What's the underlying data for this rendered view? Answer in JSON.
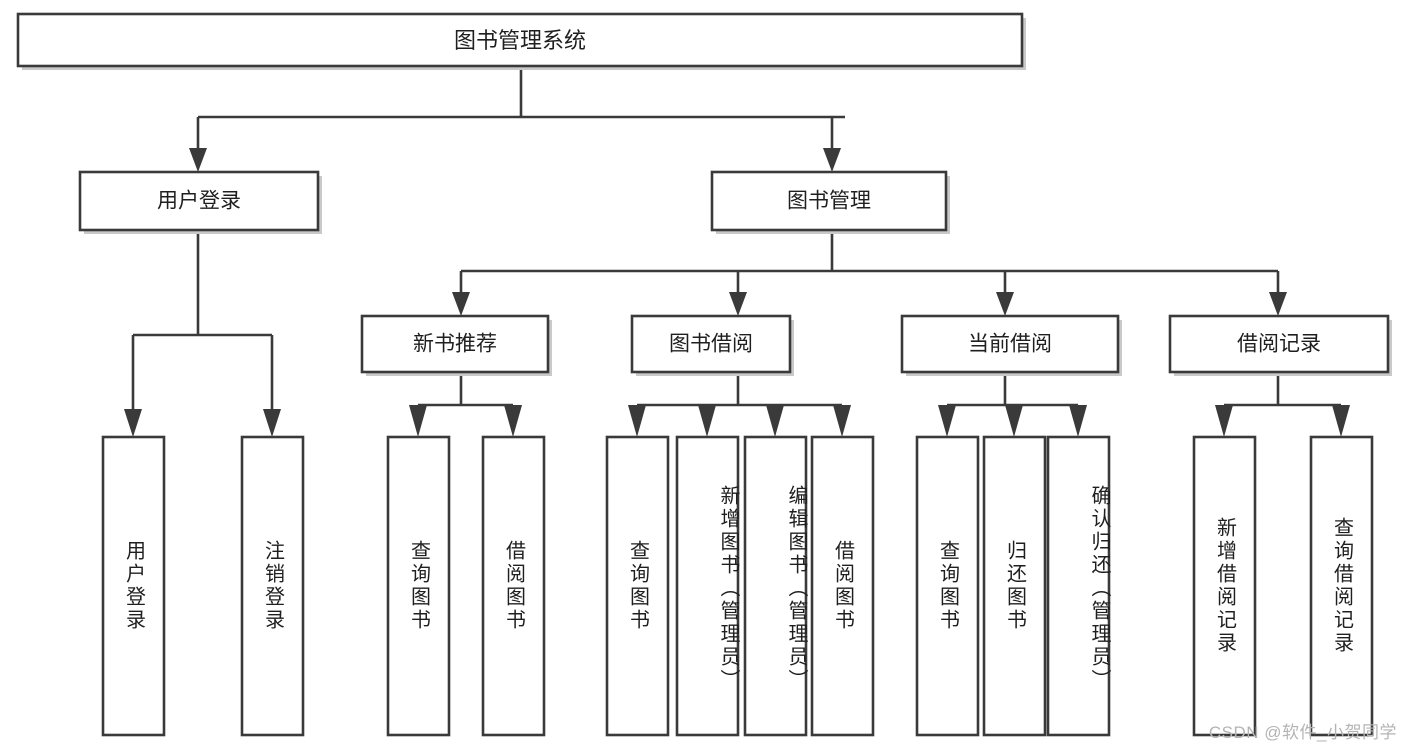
{
  "diagram": {
    "type": "tree",
    "title": "图书管理系统",
    "watermark": "CSDN @软件_小贺同学",
    "root": {
      "id": "root",
      "label": "图书管理系统",
      "orientation": "horizontal"
    },
    "level2": [
      {
        "id": "user-login",
        "label": "用户登录",
        "orientation": "horizontal"
      },
      {
        "id": "book-manage",
        "label": "图书管理",
        "orientation": "horizontal"
      }
    ],
    "level3": [
      {
        "id": "new-book-rec",
        "label": "新书推荐",
        "orientation": "horizontal",
        "parent": "book-manage"
      },
      {
        "id": "book-borrow",
        "label": "图书借阅",
        "orientation": "horizontal",
        "parent": "book-manage"
      },
      {
        "id": "current-borrow",
        "label": "当前借阅",
        "orientation": "horizontal",
        "parent": "book-manage"
      },
      {
        "id": "borrow-record",
        "label": "借阅记录",
        "orientation": "horizontal",
        "parent": "book-manage"
      }
    ],
    "leaves": [
      {
        "id": "leaf-user-login",
        "label": "用户登录",
        "orientation": "vertical",
        "parent": "user-login"
      },
      {
        "id": "leaf-user-logout",
        "label": "注销登录",
        "orientation": "vertical",
        "parent": "user-login"
      },
      {
        "id": "leaf-query-book-rec",
        "label": "查询图书",
        "orientation": "vertical",
        "parent": "new-book-rec"
      },
      {
        "id": "leaf-borrow-book-rec",
        "label": "借阅图书",
        "orientation": "vertical",
        "parent": "new-book-rec"
      },
      {
        "id": "leaf-query-book-borrow",
        "label": "查询图书",
        "orientation": "vertical",
        "parent": "book-borrow"
      },
      {
        "id": "leaf-add-book",
        "label": "新增图书（管理员）",
        "orientation": "vertical",
        "parent": "book-borrow"
      },
      {
        "id": "leaf-edit-book",
        "label": "编辑图书（管理员）",
        "orientation": "vertical",
        "parent": "book-borrow"
      },
      {
        "id": "leaf-borrow-book",
        "label": "借阅图书",
        "orientation": "vertical",
        "parent": "book-borrow"
      },
      {
        "id": "leaf-query-book-current",
        "label": "查询图书",
        "orientation": "vertical",
        "parent": "current-borrow"
      },
      {
        "id": "leaf-return-book",
        "label": "归还图书",
        "orientation": "vertical",
        "parent": "current-borrow"
      },
      {
        "id": "leaf-confirm-return",
        "label": "确认归还（管理员）",
        "orientation": "vertical",
        "parent": "current-borrow"
      },
      {
        "id": "leaf-add-record",
        "label": "新增借阅记录",
        "orientation": "vertical",
        "parent": "borrow-record"
      },
      {
        "id": "leaf-query-record",
        "label": "查询借阅记录",
        "orientation": "vertical",
        "parent": "borrow-record"
      }
    ],
    "colors": {
      "stroke": "#3a3a3a",
      "fill": "#ffffff",
      "text": "#1f1f1f",
      "watermark": "#b4b4b4",
      "shadow": "#c9c9c9"
    }
  }
}
